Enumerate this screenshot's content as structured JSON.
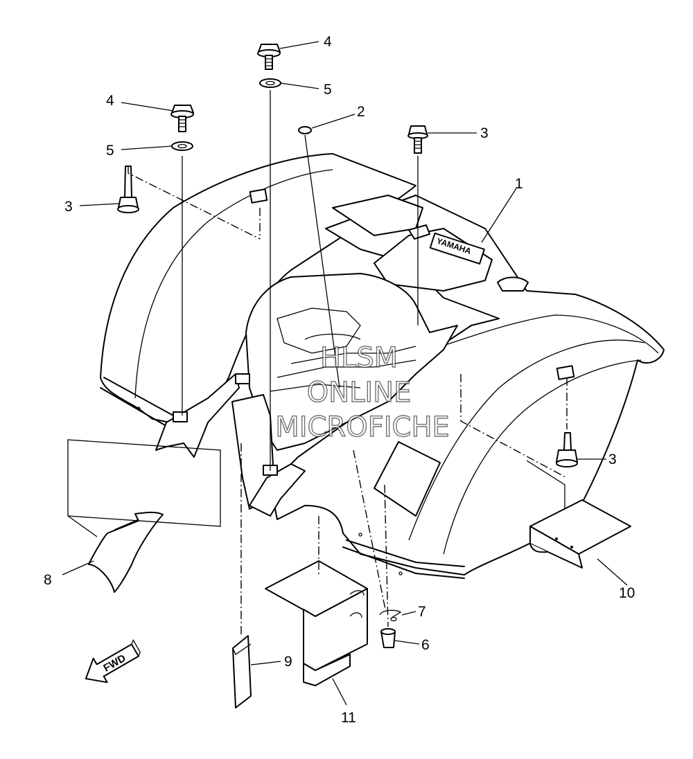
{
  "callouts": {
    "n1": "1",
    "n2": "2",
    "n3a": "3",
    "n3b": "3",
    "n3c": "3",
    "n4a": "4",
    "n4b": "4",
    "n5a": "5",
    "n5b": "5",
    "n6": "6",
    "n7": "7",
    "n8": "8",
    "n9": "9",
    "n10": "10",
    "n11": "11"
  },
  "direction_arrow": {
    "label": "FWD"
  },
  "watermark": {
    "line1": "HLSM",
    "line2": "ONLINE",
    "line3": "MICROFICHE"
  },
  "colors": {
    "line": "#000000",
    "background": "#ffffff"
  }
}
